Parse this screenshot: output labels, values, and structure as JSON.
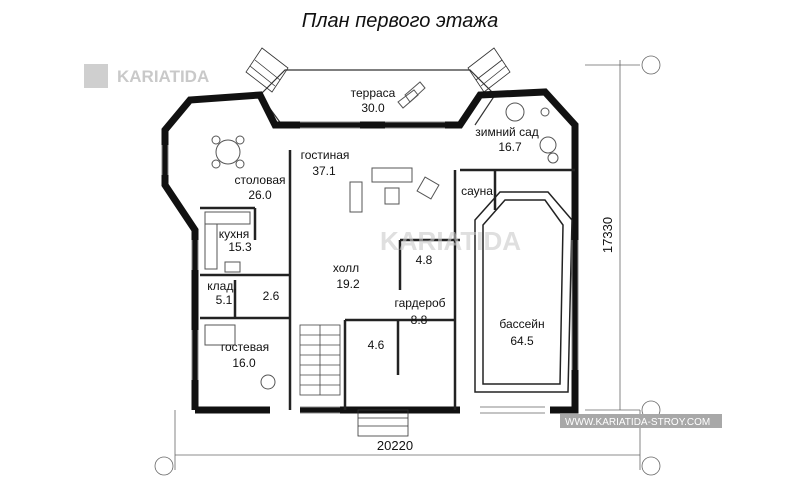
{
  "title": "План первого этажа",
  "watermark": {
    "logo_text": "KARIATIDA",
    "overlay_text": "KARIATIDA",
    "site": "WWW.KARIATIDA-STROY.COM"
  },
  "dimensions": {
    "width": "20220",
    "height": "17330"
  },
  "rooms": [
    {
      "name": "терраса",
      "area": "30.0"
    },
    {
      "name": "зимний сад",
      "area": "16.7"
    },
    {
      "name": "гостиная",
      "area": "37.1"
    },
    {
      "name": "столовая",
      "area": "26.0"
    },
    {
      "name": "сауна",
      "area": ""
    },
    {
      "name": "кухня",
      "area": "15.3"
    },
    {
      "name": "",
      "area": "4.8"
    },
    {
      "name": "холл",
      "area": "19.2"
    },
    {
      "name": "клад.",
      "area": "5.1"
    },
    {
      "name": "",
      "area": "2.6"
    },
    {
      "name": "гардероб",
      "area": "8.8"
    },
    {
      "name": "бассейн",
      "area": "64.5"
    },
    {
      "name": "",
      "area": "4.6"
    },
    {
      "name": "гостевая",
      "area": "16.0"
    }
  ],
  "colors": {
    "wall": "#111111",
    "line": "#333333",
    "watermark": "#c9c9c9",
    "site_bg": "#a8a8a8"
  }
}
